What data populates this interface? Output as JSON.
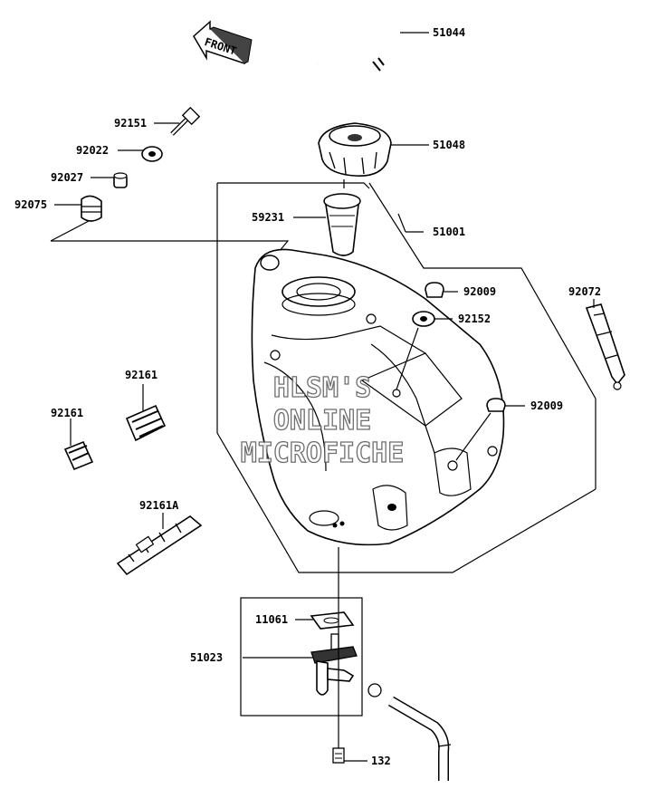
{
  "diagram": {
    "direction_label": "FRONT",
    "watermark": [
      "HLSM'S",
      "ONLINE",
      "MICROFICHE"
    ],
    "parts": [
      {
        "id": "51044",
        "label": "51044"
      },
      {
        "id": "51048",
        "label": "51048"
      },
      {
        "id": "92151",
        "label": "92151"
      },
      {
        "id": "92022",
        "label": "92022"
      },
      {
        "id": "92027",
        "label": "92027"
      },
      {
        "id": "92075",
        "label": "92075"
      },
      {
        "id": "59231",
        "label": "59231"
      },
      {
        "id": "51001",
        "label": "51001"
      },
      {
        "id": "92009a",
        "label": "92009"
      },
      {
        "id": "92152",
        "label": "92152"
      },
      {
        "id": "92072",
        "label": "92072"
      },
      {
        "id": "92161a",
        "label": "92161"
      },
      {
        "id": "92161b",
        "label": "92161"
      },
      {
        "id": "92009b",
        "label": "92009"
      },
      {
        "id": "92161A",
        "label": "92161A"
      },
      {
        "id": "11061",
        "label": "11061"
      },
      {
        "id": "51023",
        "label": "51023"
      },
      {
        "id": "132",
        "label": "132"
      }
    ]
  }
}
